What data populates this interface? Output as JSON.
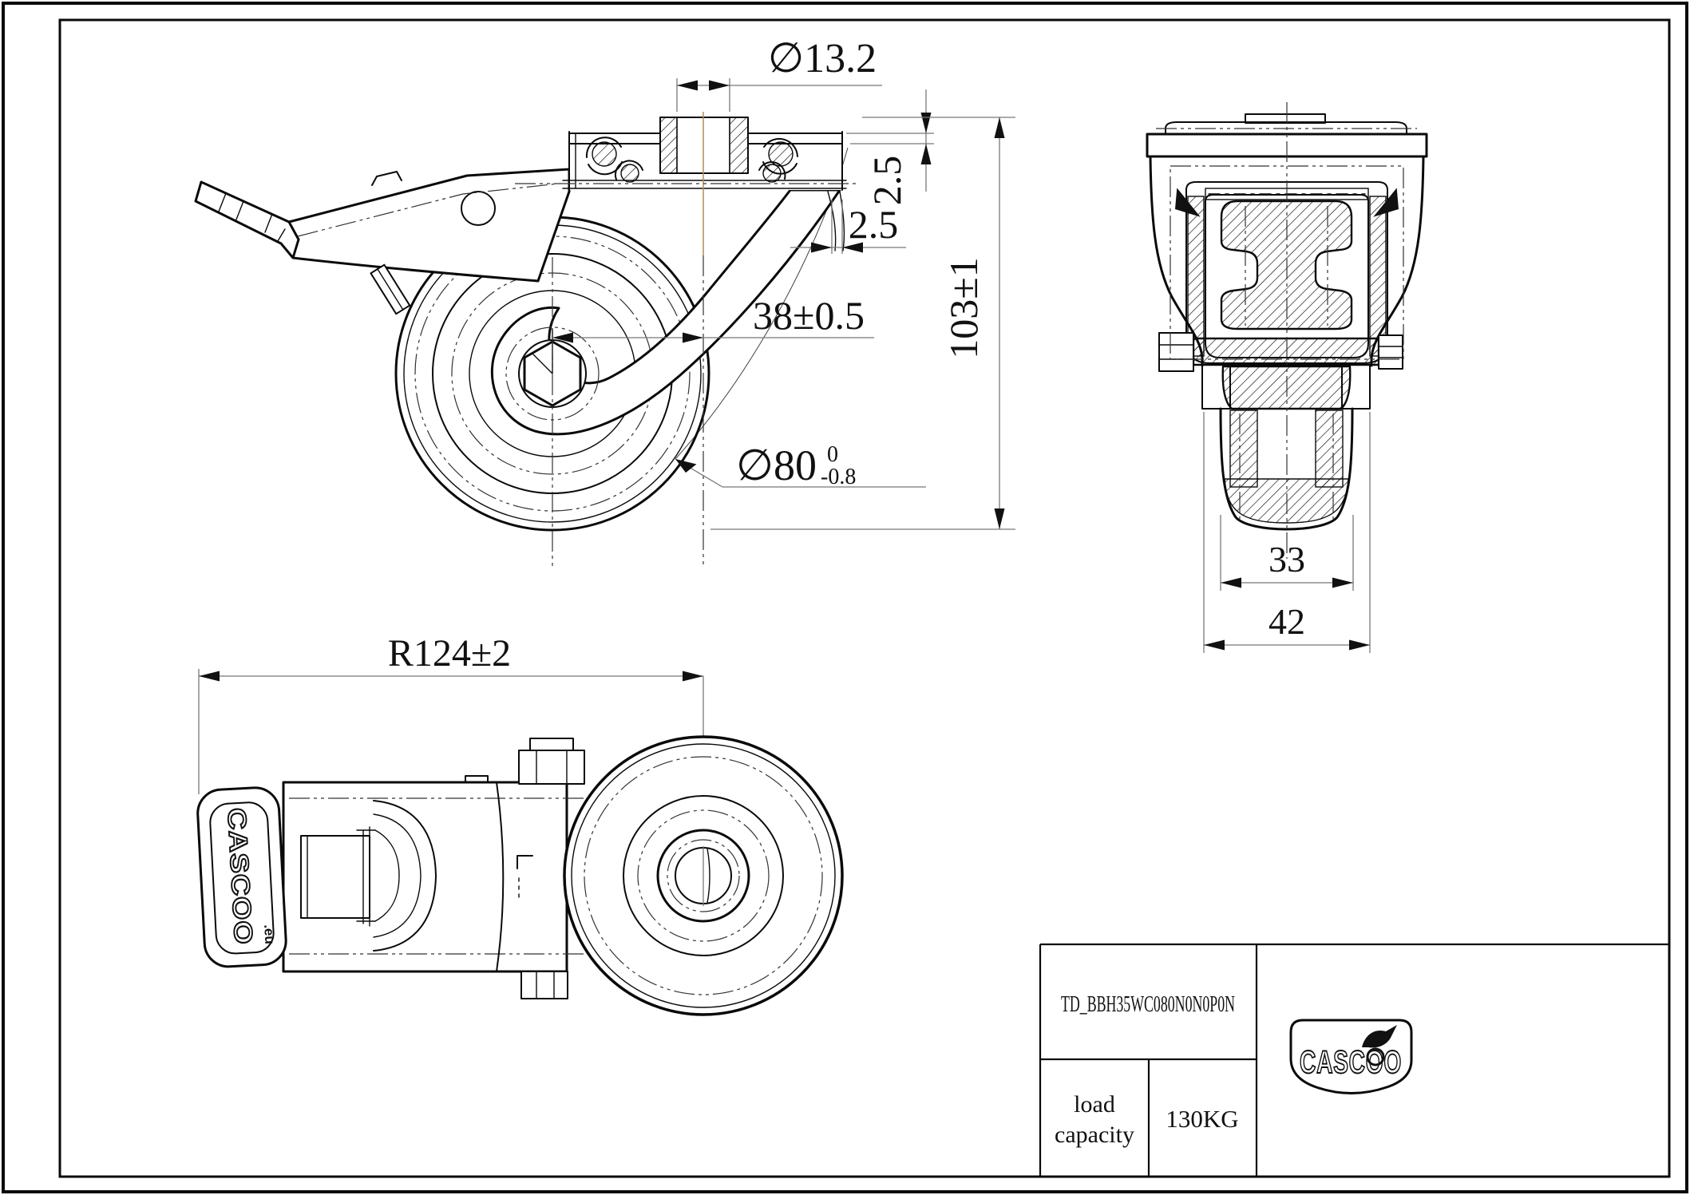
{
  "title_block": {
    "part_number": "TD_BBH35WC080N0N0P0N",
    "load_label_line1": "load",
    "load_label_line2": "capacity",
    "load_value": "130KG",
    "brand": "CASCOO"
  },
  "dims": {
    "bolt_hole": "∅13.2",
    "plate_thickness": "2.5",
    "seal_gap": "2.5",
    "wheel_offset": "38±0.5",
    "overall_height": "103±1",
    "wheel_dia": "∅80",
    "wheel_dia_tol_upper": "0",
    "wheel_dia_tol_lower": "-0.8",
    "tread_width": "33",
    "overall_width": "42",
    "swivel_radius": "R124±2"
  },
  "top_view": {
    "pedal_brand": "CASCOO",
    "pedal_brand_suffix": ".eu"
  },
  "colors": {
    "line": "#0a0a0a",
    "dim_line": "#787878",
    "centerline_accent": "#b08d57",
    "background": "#ffffff"
  }
}
